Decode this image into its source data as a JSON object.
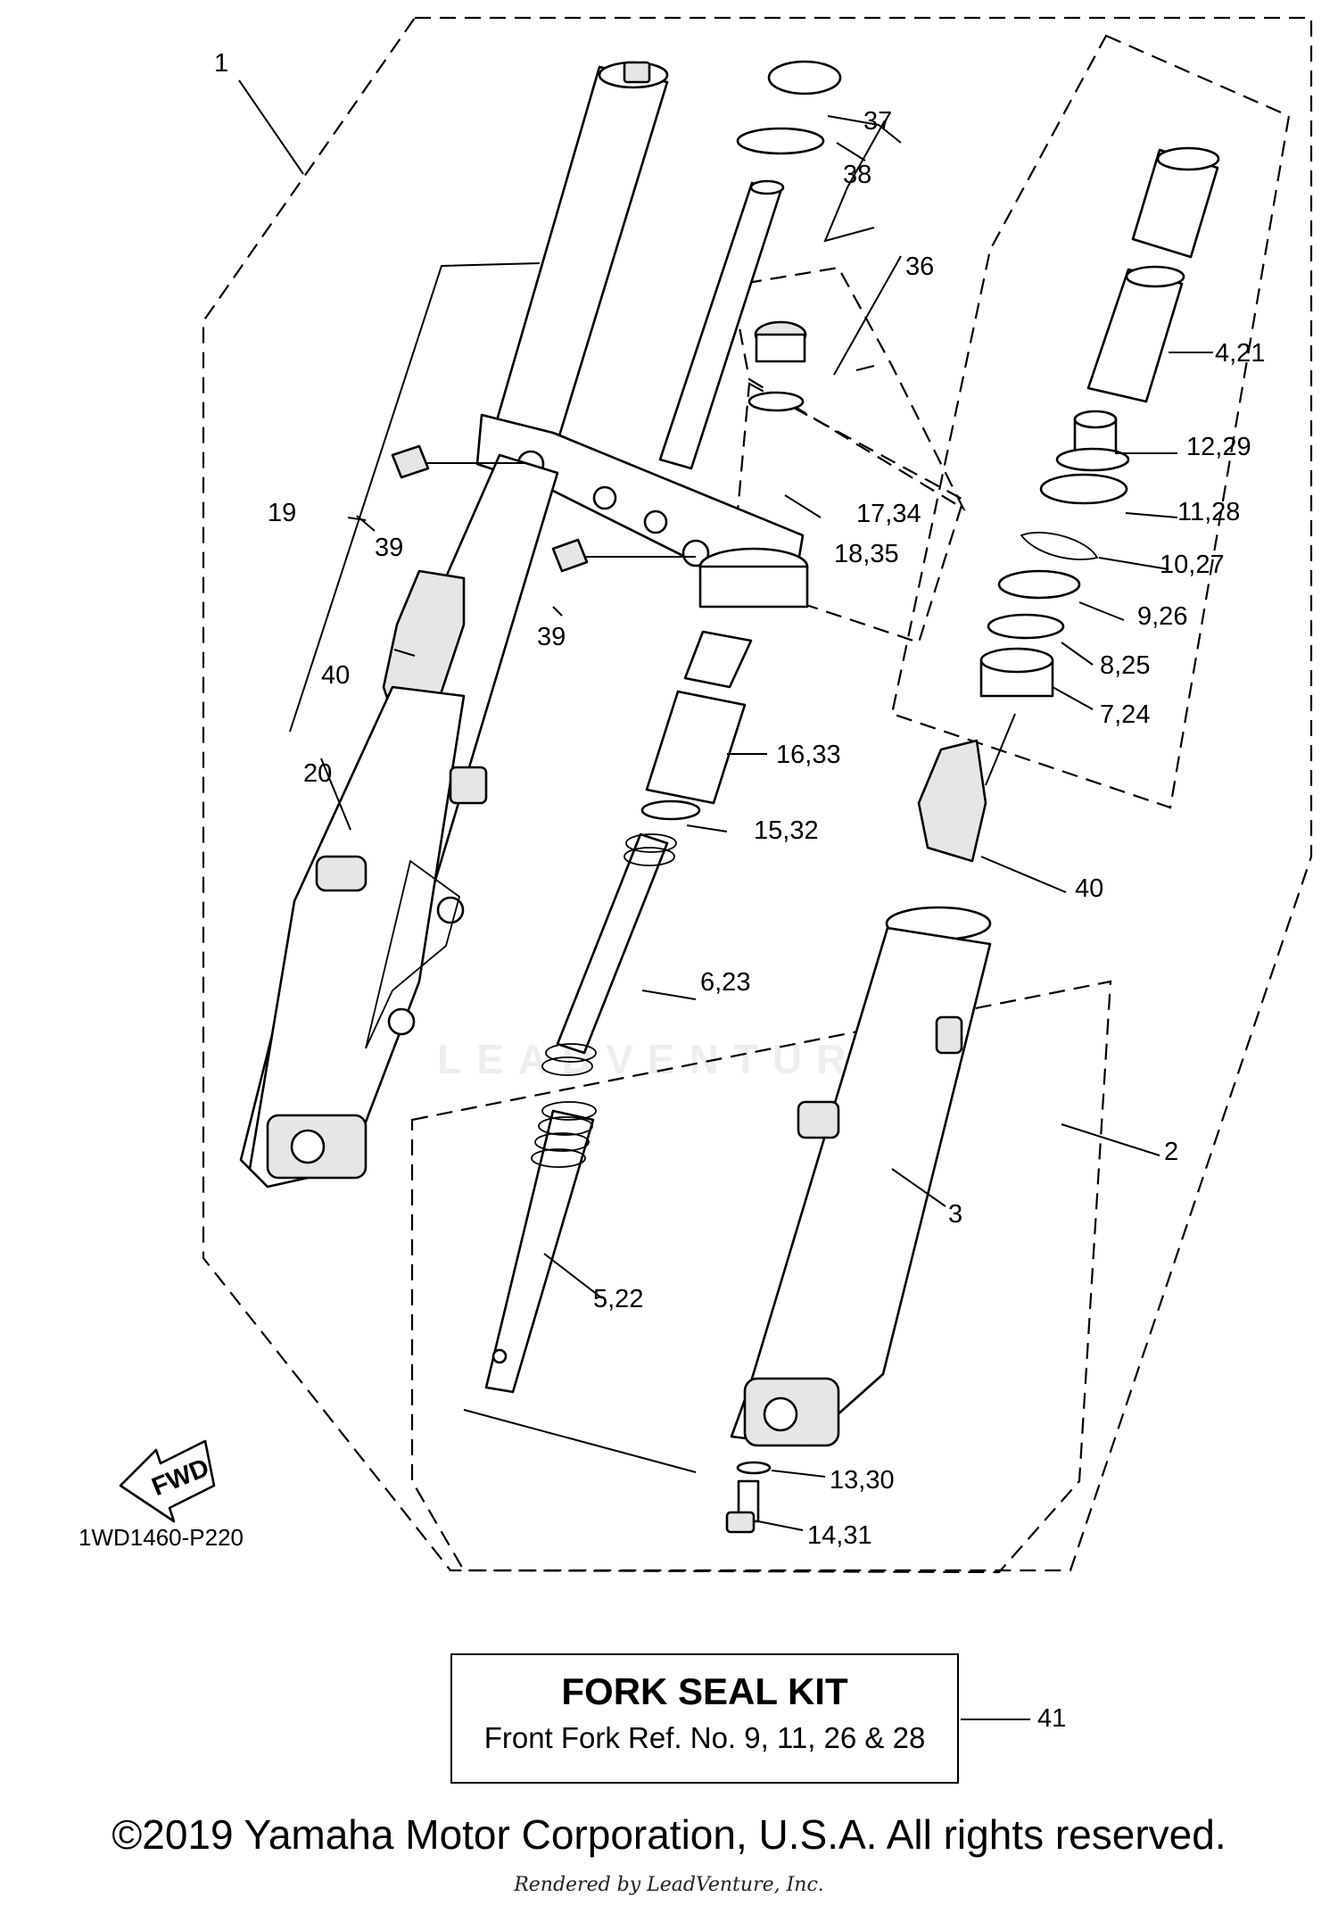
{
  "diagram": {
    "callouts": [
      "1",
      "2",
      "3",
      "4,21",
      "5,22",
      "6,23",
      "7,24",
      "8,25",
      "9,26",
      "10,27",
      "11,28",
      "12,29",
      "13,30",
      "14,31",
      "15,32",
      "16,33",
      "17,34",
      "18,35",
      "19",
      "20",
      "36",
      "37",
      "38",
      "39",
      "39",
      "40",
      "40"
    ],
    "fwd_label": "FWD",
    "diagram_code": "1WD1460-P220",
    "watermark": "LEADVENTURE"
  },
  "kit": {
    "title": "FORK SEAL KIT",
    "subtitle": "Front Fork Ref. No. 9, 11, 26 & 28",
    "ref": "41"
  },
  "footer": {
    "copyright": "©2019 Yamaha Motor Corporation, U.S.A. All rights reserved.",
    "rendered_by": "Rendered by LeadVenture, Inc."
  }
}
